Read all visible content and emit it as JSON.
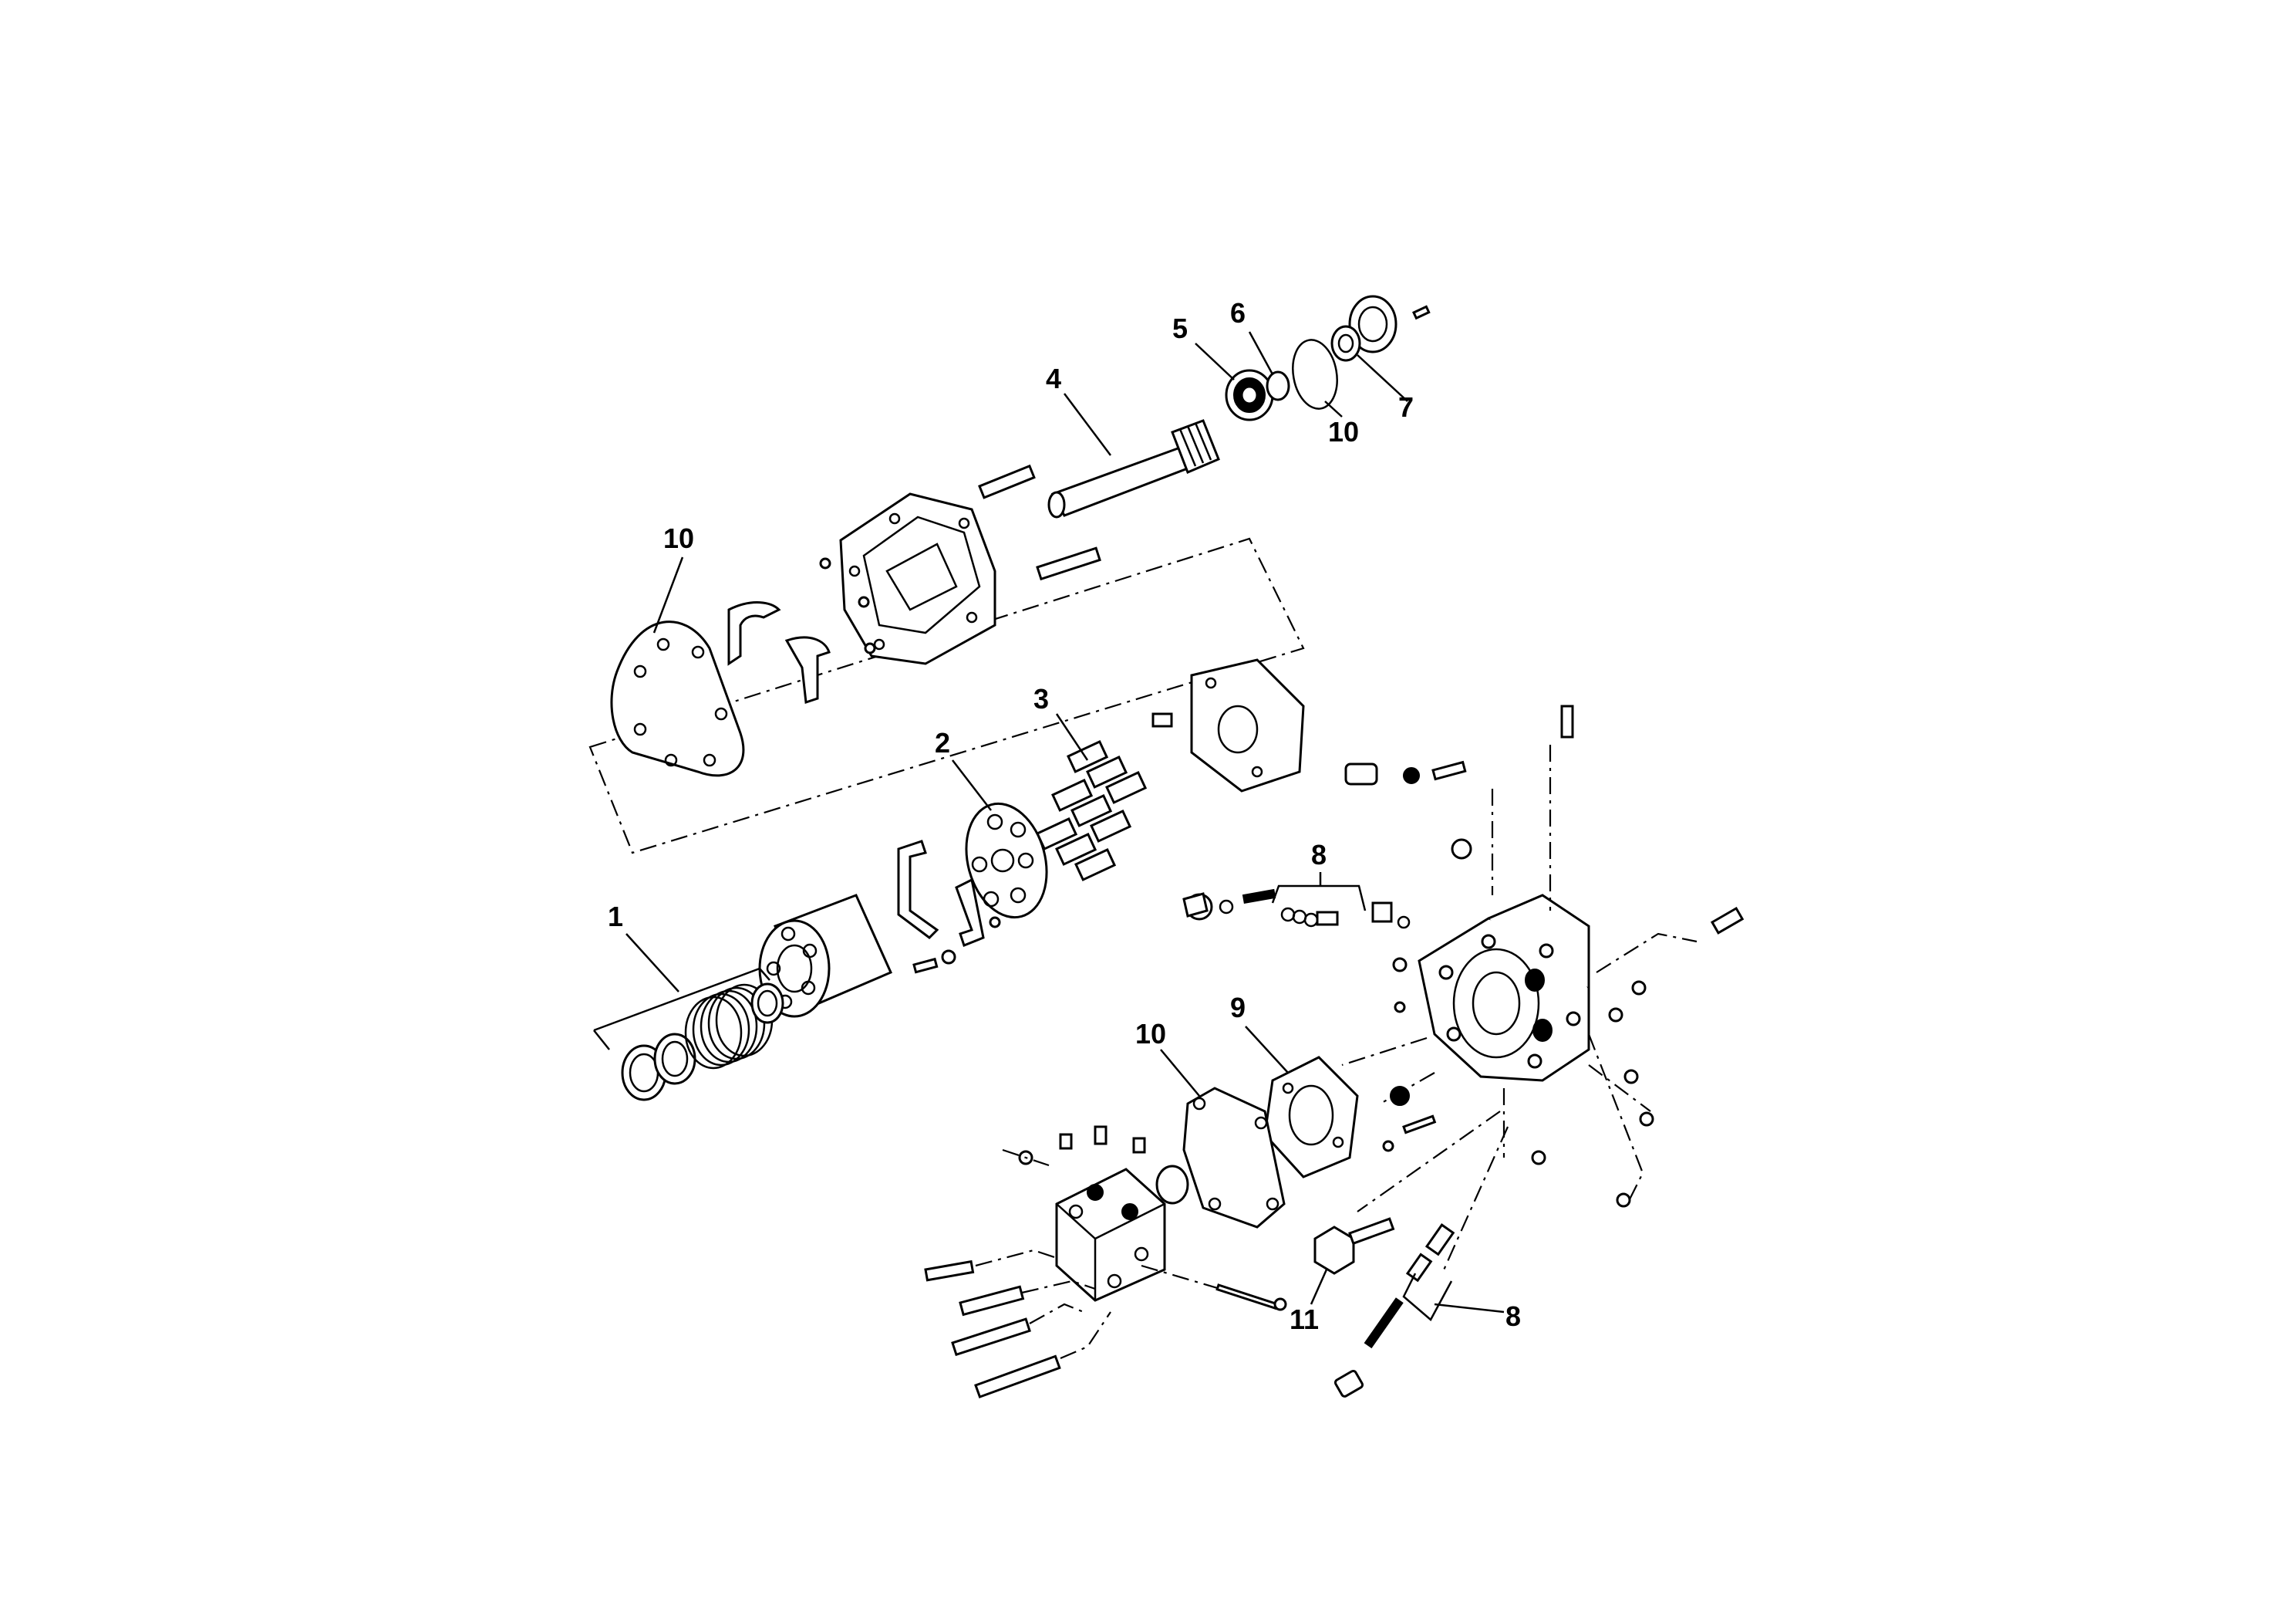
{
  "diagram": {
    "type": "exploded-parts-view",
    "callouts": {
      "c1": "1",
      "c2": "2",
      "c3": "3",
      "c4": "4",
      "c5": "5",
      "c6": "6",
      "c7": "7",
      "c8a": "8",
      "c8b": "8",
      "c9": "9",
      "c10a": "10",
      "c10b": "10",
      "c10c": "10",
      "c11": "11"
    }
  }
}
